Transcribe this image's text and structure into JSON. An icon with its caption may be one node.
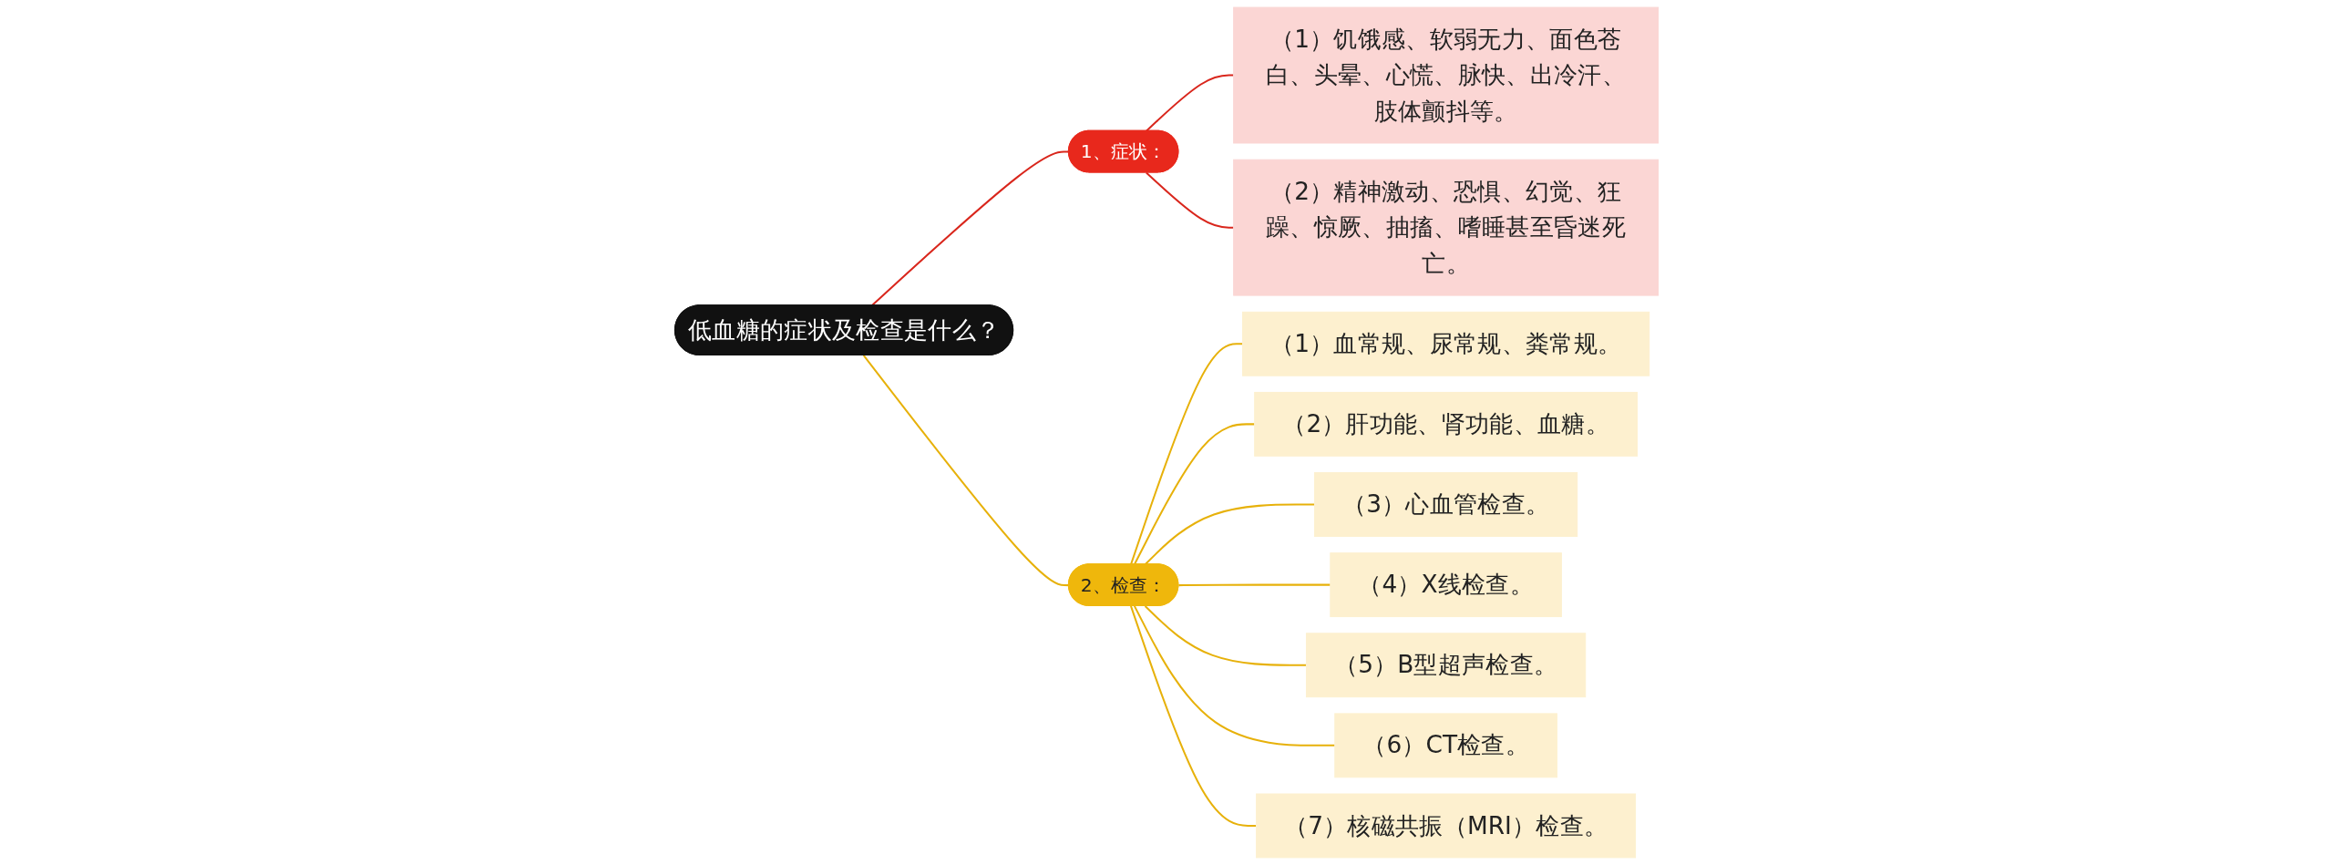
{
  "diagram": {
    "nodes": [
      {
        "text": [
          "低血糖的症状及检查是什么？"
        ]
      },
      {
        "text": [
          "1、症状："
        ]
      },
      {
        "text": [
          "（1）饥饿感、软弱无力、面色苍白、头晕、心慌、脉快、出冷汗、肢体颤抖等。"
        ]
      },
      {
        "text": [
          "（2）精神激动、恐惧、幻觉、狂躁、惊厥、抽搐、嗜睡甚至昏迷死亡。"
        ]
      },
      {
        "text": [
          "2、检查："
        ]
      },
      {
        "text": [
          "（1）血常规、尿常规、粪常规。"
        ]
      },
      {
        "text": [
          "（2）肝功能、肾功能、血糖。"
        ]
      },
      {
        "text": [
          "（3）心血管检查。"
        ]
      },
      {
        "text": [
          "（4）X线检查。"
        ]
      },
      {
        "text": [
          "（5）B型超声检查。"
        ]
      },
      {
        "text": [
          "（6）CT检查。"
        ]
      },
      {
        "text": [
          "（7）核磁共振（MRI）检查。"
        ]
      }
    ],
    "edges": [
      {
        "from": 0,
        "to": 1,
        "arrow": "none",
        "color": "#d9261c"
      },
      {
        "from": 1,
        "to": 2,
        "arrow": "none",
        "color": "#d9261c"
      },
      {
        "from": 1,
        "to": 3,
        "arrow": "none",
        "color": "#d9261c"
      },
      {
        "from": 0,
        "to": 4,
        "arrow": "none"
      },
      {
        "from": 4,
        "to": 5,
        "arrow": "none"
      },
      {
        "from": 4,
        "to": 6,
        "arrow": "none"
      },
      {
        "from": 4,
        "to": 7,
        "arrow": "none"
      },
      {
        "from": 4,
        "to": 8,
        "arrow": "none"
      },
      {
        "from": 4,
        "to": 9,
        "arrow": "none"
      },
      {
        "from": 4,
        "to": 10,
        "arrow": "none"
      },
      {
        "from": 4,
        "to": 11,
        "arrow": "none"
      }
    ]
  }
}
